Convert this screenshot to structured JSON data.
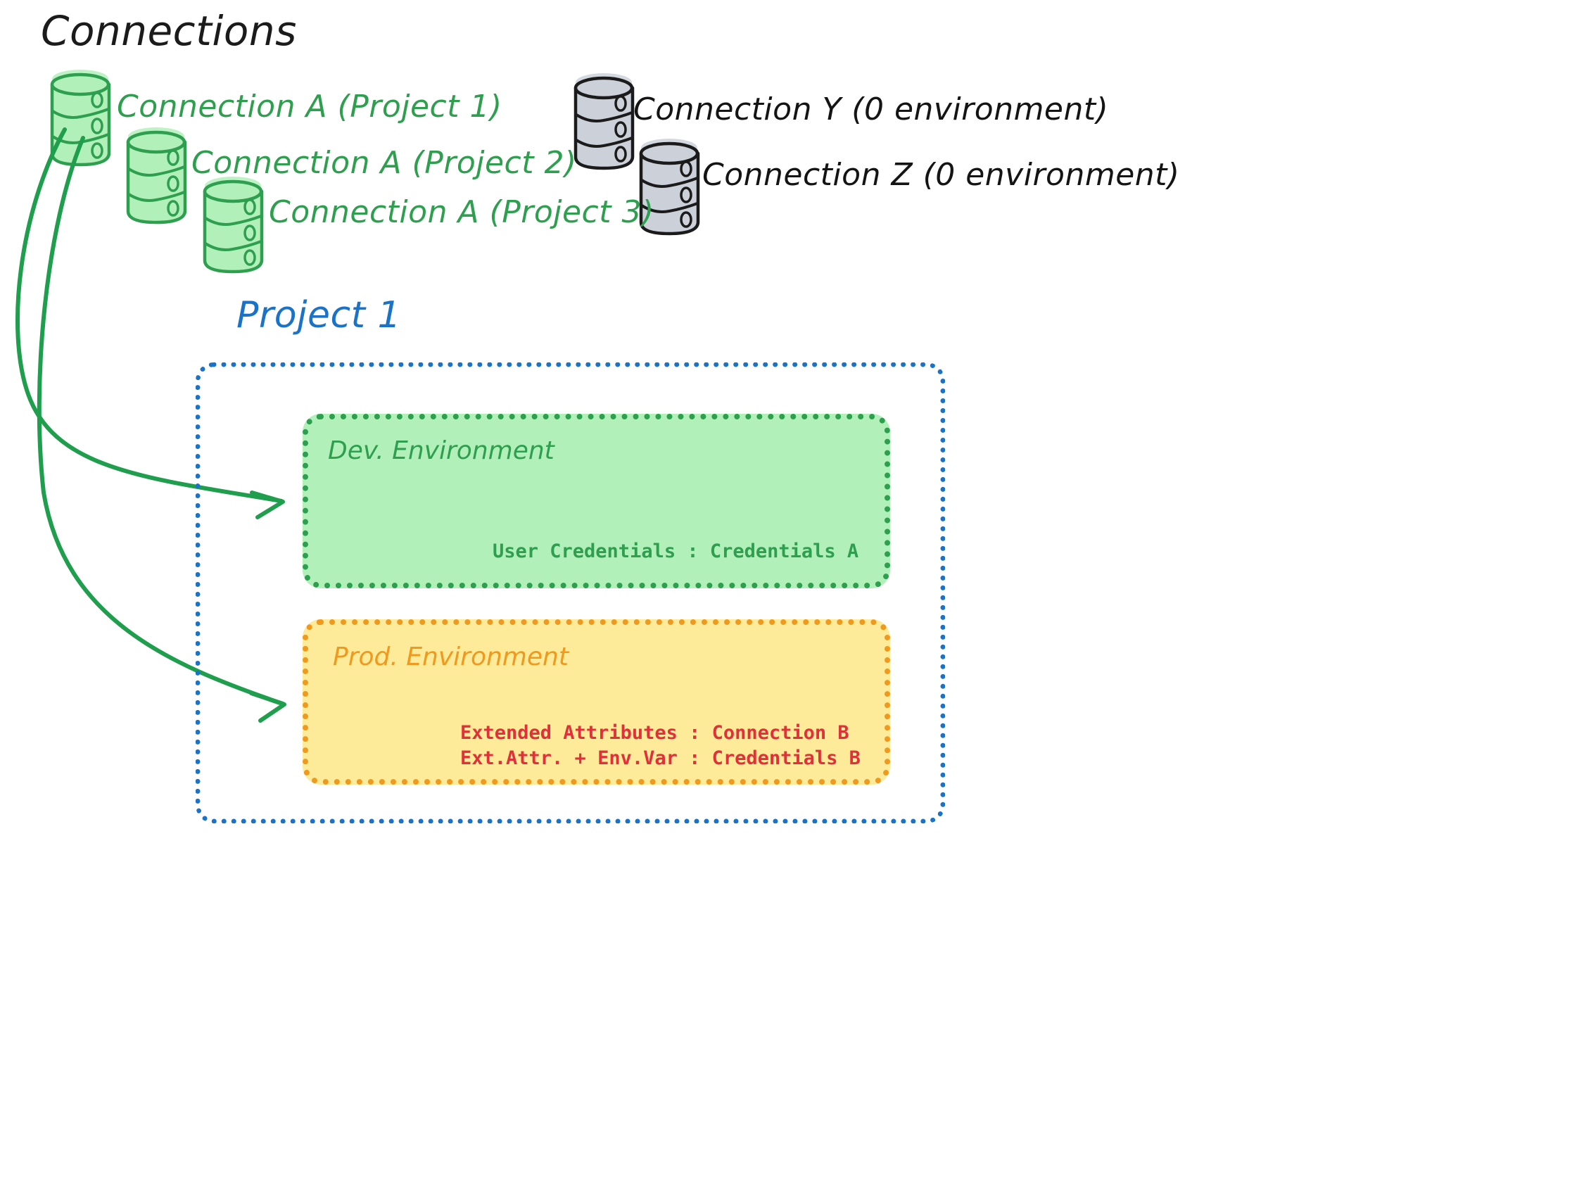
{
  "diagram": {
    "title": "Connections",
    "project_title": "Project 1",
    "colors": {
      "green_stroke": "#2e9e4f",
      "green_fill": "#b2f0ba",
      "gray_stroke": "#1b1b1b",
      "gray_fill": "#ccd1d9",
      "blue": "#1a73c7",
      "orange": "#f0991f",
      "yellow_fill": "#fdeb9a",
      "red": "#e0303a",
      "black": "#141414"
    }
  },
  "connections": {
    "green": [
      {
        "label": "Connection A (Project 1)"
      },
      {
        "label": "Connection A (Project 2)"
      },
      {
        "label": "Connection A (Project 3)"
      }
    ],
    "gray": [
      {
        "label": "Connection Y (0 environment)"
      },
      {
        "label": "Connection Z (0 environment)"
      }
    ]
  },
  "project": {
    "name": "Project 1",
    "environments": [
      {
        "name": "Dev. Environment",
        "lines": [
          "User Credentials : Credentials A"
        ]
      },
      {
        "name": "Prod. Environment",
        "lines": [
          "Extended Attributes : Connection B",
          "Ext.Attr. + Env.Var : Credentials B"
        ]
      }
    ]
  }
}
